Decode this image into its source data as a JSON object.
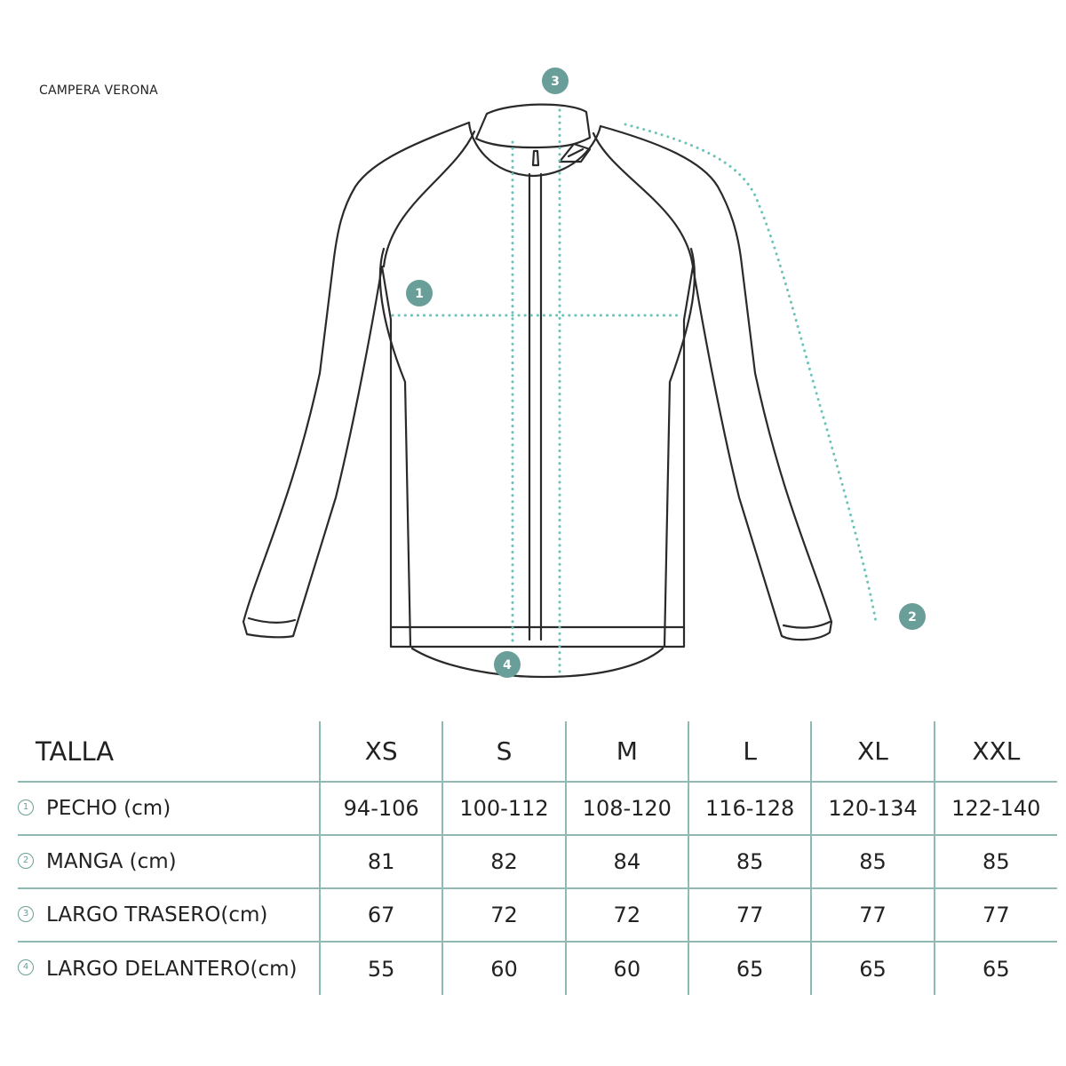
{
  "product": {
    "title": "CAMPERA VERONA"
  },
  "markers": {
    "chest": "1",
    "sleeve": "2",
    "back_length": "3",
    "front_length": "4"
  },
  "table": {
    "header_label": "TALLA",
    "sizes": [
      "XS",
      "S",
      "M",
      "L",
      "XL",
      "XXL"
    ],
    "rows": [
      {
        "index": "1",
        "label": "PECHO (cm)",
        "values": [
          "94-106",
          "100-112",
          "108-120",
          "116-128",
          "120-134",
          "122-140"
        ]
      },
      {
        "index": "2",
        "label": "MANGA (cm)",
        "values": [
          "81",
          "82",
          "84",
          "85",
          "85",
          "85"
        ]
      },
      {
        "index": "3",
        "label": "LARGO TRASERO(cm)",
        "values": [
          "67",
          "72",
          "72",
          "77",
          "77",
          "77"
        ]
      },
      {
        "index": "4",
        "label": "LARGO DELANTERO(cm)",
        "values": [
          "55",
          "60",
          "60",
          "65",
          "65",
          "65"
        ]
      }
    ]
  },
  "colors": {
    "accent": "#6a9e98",
    "measure_line": "#6cc2b8",
    "outline": "#2a2a2a",
    "grid": "#8fbab4"
  }
}
